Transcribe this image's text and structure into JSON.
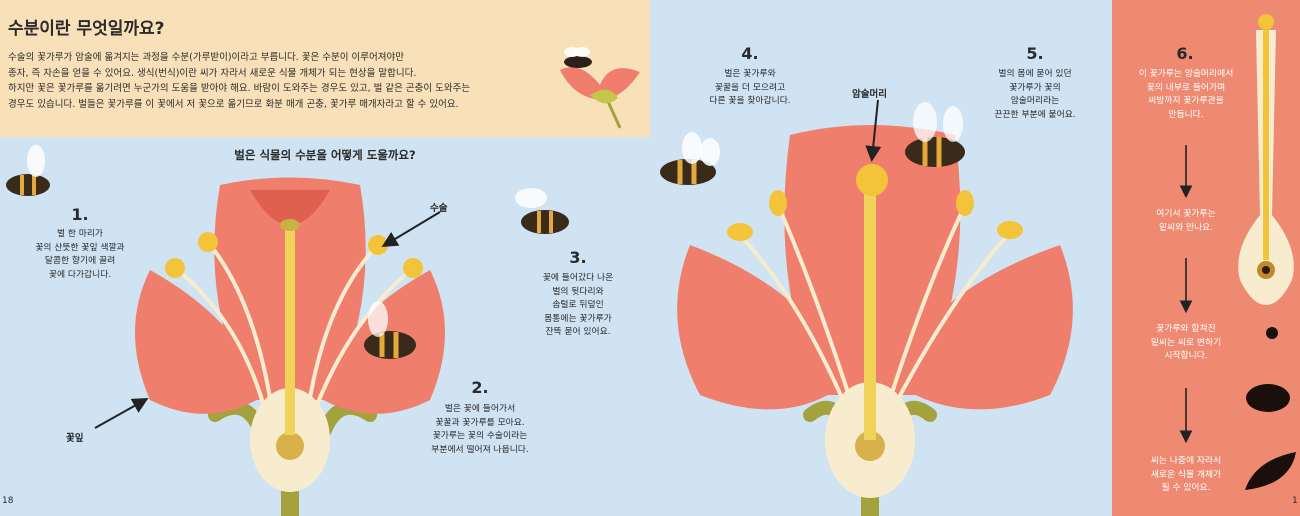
{
  "left_page": {
    "title": "수분이란 무엇일까요?",
    "intro": [
      "수술의 꽃가루가 암술에 옮겨지는 과정을 수분(가루받이)이라고 부릅니다. 꽃은 수분이 이루어져야만",
      "종자, 즉 자손을 얻을 수 있어요. 생식(번식)이란 씨가 자라서 새로운 식물 개체가 되는 현상을 말합니다.",
      "하지만 꽃은 꽃가루를 옮기려면 누군가의 도움을 받아야 해요. 바람이 도와주는 경우도 있고, 벌 같은 곤충이 도와주는",
      "경우도 있습니다. 벌들은 꽃가루를 이 꽃에서 저 꽃으로 옮기므로 화분 매개 곤충, 꽃가루 매개자라고 할 수 있어요."
    ],
    "subtitle": "벌은 식물의 수분을 어떻게 도울까요?",
    "label_stamen": "수술",
    "label_petal": "꽃잎",
    "step1_num": "1.",
    "step1": [
      "벌 한 마리가",
      "꽃의 산뜻한 꽃잎 색깔과",
      "달콤한 향기에 끌려",
      "꽃에 다가갑니다."
    ],
    "step2_num": "2.",
    "step2": [
      "벌은 꽃에 들어가서",
      "꽃꿀과 꽃가루를 모아요.",
      "꽃가루는 꽃의 수술이라는",
      "부분에서 떨어져 나옵니다."
    ],
    "step3_num": "3.",
    "step3": [
      "꽃에 들어갔다 나온",
      "벌의 뒷다리와",
      "솜털로 뒤덮인",
      "몸통에는 꽃가루가",
      "잔뜩 묻어 있어요."
    ],
    "page_number": "18"
  },
  "mid_page": {
    "step4_num": "4.",
    "step4": [
      "벌은 꽃가루와",
      "꽃꿀을 더 모으려고",
      "다른 꽃을 찾아갑니다."
    ],
    "step5_num": "5.",
    "step5": [
      "벌의 몸에 묻어 있던",
      "꽃가루가 꽃의",
      "암술머리라는",
      "끈끈한 부분에 붙어요."
    ],
    "label_stigma": "암술머리"
  },
  "right_page": {
    "step6_num": "6.",
    "step6": [
      "이 꽃가루는 암술머리에서",
      "꽃의 내부로 들어가며",
      "씨방까지 꽃가루관을",
      "만듭니다."
    ],
    "step7": [
      "여기서 꽃가루는",
      "밑씨와 만나요."
    ],
    "step8": [
      "꽃가루와 합쳐진",
      "밑씨는 씨로 변하기",
      "시작합니다."
    ],
    "step9": [
      "씨는 나중에 자라서",
      "새로운 식물 개체가",
      "될 수 있어요."
    ],
    "page_number": "1"
  },
  "colors": {
    "sky": "#cfe3f3",
    "intro_bg": "#f8e0b8",
    "petal": "#ef7f6c",
    "petal_dark": "#e0604f",
    "pollen": "#f3c33a",
    "stem": "#a3a23c",
    "right_bg": "#ef8a72"
  }
}
